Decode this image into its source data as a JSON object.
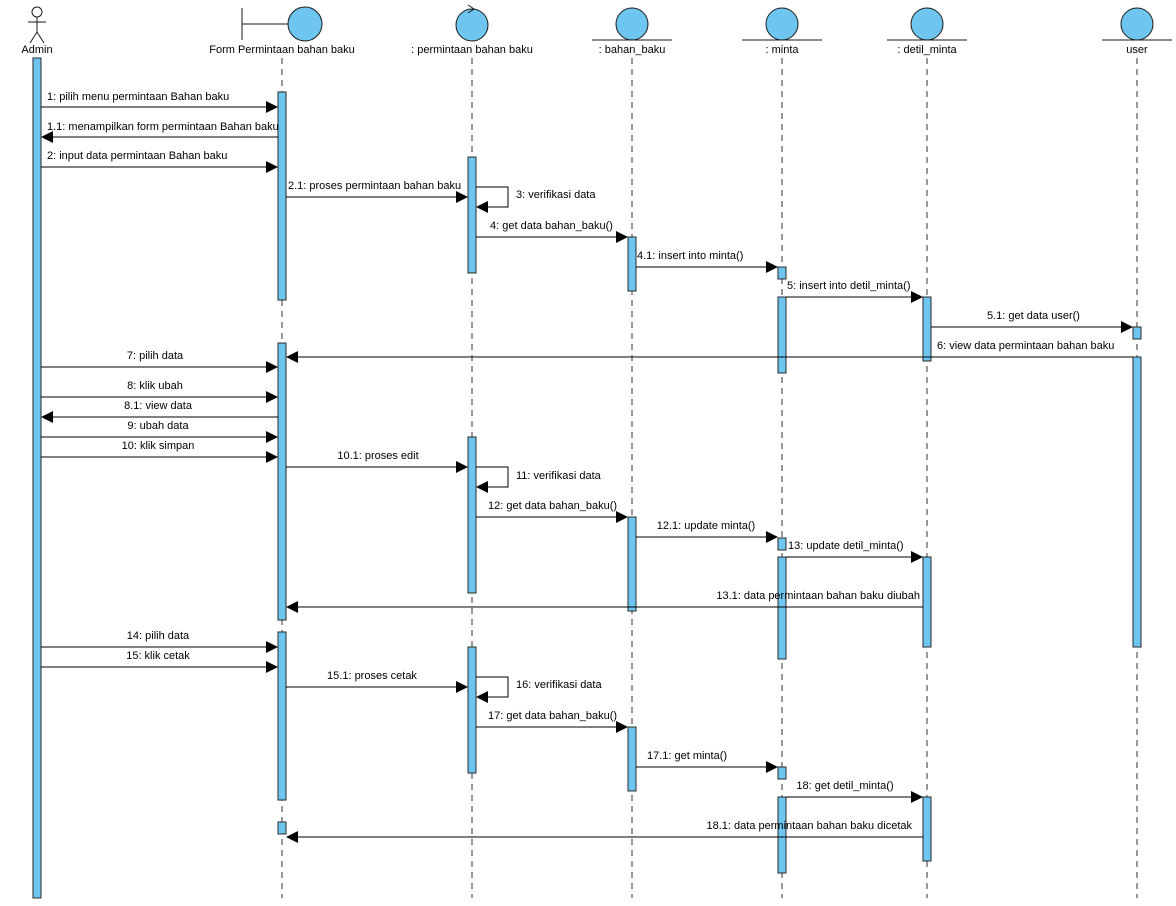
{
  "diagram": {
    "type": "sequence",
    "participants": [
      {
        "name": "Admin",
        "kind": "actor"
      },
      {
        "name": "Form Permintaan bahan baku",
        "kind": "boundary"
      },
      {
        "name": ": permintaan bahan baku",
        "kind": "control"
      },
      {
        "name": ": bahan_baku",
        "kind": "entity"
      },
      {
        "name": ": minta",
        "kind": "entity"
      },
      {
        "name": ": detil_minta",
        "kind": "entity"
      },
      {
        "name": "user",
        "kind": "entity"
      }
    ],
    "messages": [
      {
        "label": "1: pilih menu permintaan Bahan baku",
        "from": 0,
        "to": 1
      },
      {
        "label": "1.1: menampilkan form permintaan Bahan baku",
        "from": 1,
        "to": 0
      },
      {
        "label": "2: input data permintaan Bahan baku",
        "from": 0,
        "to": 1
      },
      {
        "label": "2.1: proses permintaan bahan baku",
        "from": 1,
        "to": 2
      },
      {
        "label": "3: verifikasi data",
        "from": 2,
        "to": 2
      },
      {
        "label": "4: get data bahan_baku()",
        "from": 2,
        "to": 3
      },
      {
        "label": "4.1: insert into minta()",
        "from": 3,
        "to": 4
      },
      {
        "label": "5: insert into detil_minta()",
        "from": 4,
        "to": 5
      },
      {
        "label": "5.1: get data user()",
        "from": 5,
        "to": 6
      },
      {
        "label": "6: view data permintaan bahan baku",
        "from": 6,
        "to": 1
      },
      {
        "label": "7: pilih data",
        "from": 0,
        "to": 1
      },
      {
        "label": "8: klik ubah",
        "from": 0,
        "to": 1
      },
      {
        "label": "8.1: view data",
        "from": 1,
        "to": 0
      },
      {
        "label": "9: ubah data",
        "from": 0,
        "to": 1
      },
      {
        "label": "10: klik simpan",
        "from": 0,
        "to": 1
      },
      {
        "label": "10.1: proses edit",
        "from": 1,
        "to": 2
      },
      {
        "label": "11: verifikasi data",
        "from": 2,
        "to": 2
      },
      {
        "label": "12: get data bahan_baku()",
        "from": 2,
        "to": 3
      },
      {
        "label": "12.1: update minta()",
        "from": 3,
        "to": 4
      },
      {
        "label": "13: update detil_minta()",
        "from": 4,
        "to": 5
      },
      {
        "label": "13.1: data permintaan bahan baku diubah",
        "from": 5,
        "to": 1
      },
      {
        "label": "14: pilih data",
        "from": 0,
        "to": 1
      },
      {
        "label": "15: klik cetak",
        "from": 0,
        "to": 1
      },
      {
        "label": "15.1: proses cetak",
        "from": 1,
        "to": 2
      },
      {
        "label": "16: verifikasi data",
        "from": 2,
        "to": 2
      },
      {
        "label": "17: get data bahan_baku()",
        "from": 2,
        "to": 3
      },
      {
        "label": "17.1: get minta()",
        "from": 3,
        "to": 4
      },
      {
        "label": "18: get detil_minta()",
        "from": 4,
        "to": 5
      },
      {
        "label": "18.1: data permintaan bahan baku dicetak",
        "from": 5,
        "to": 1
      }
    ]
  }
}
